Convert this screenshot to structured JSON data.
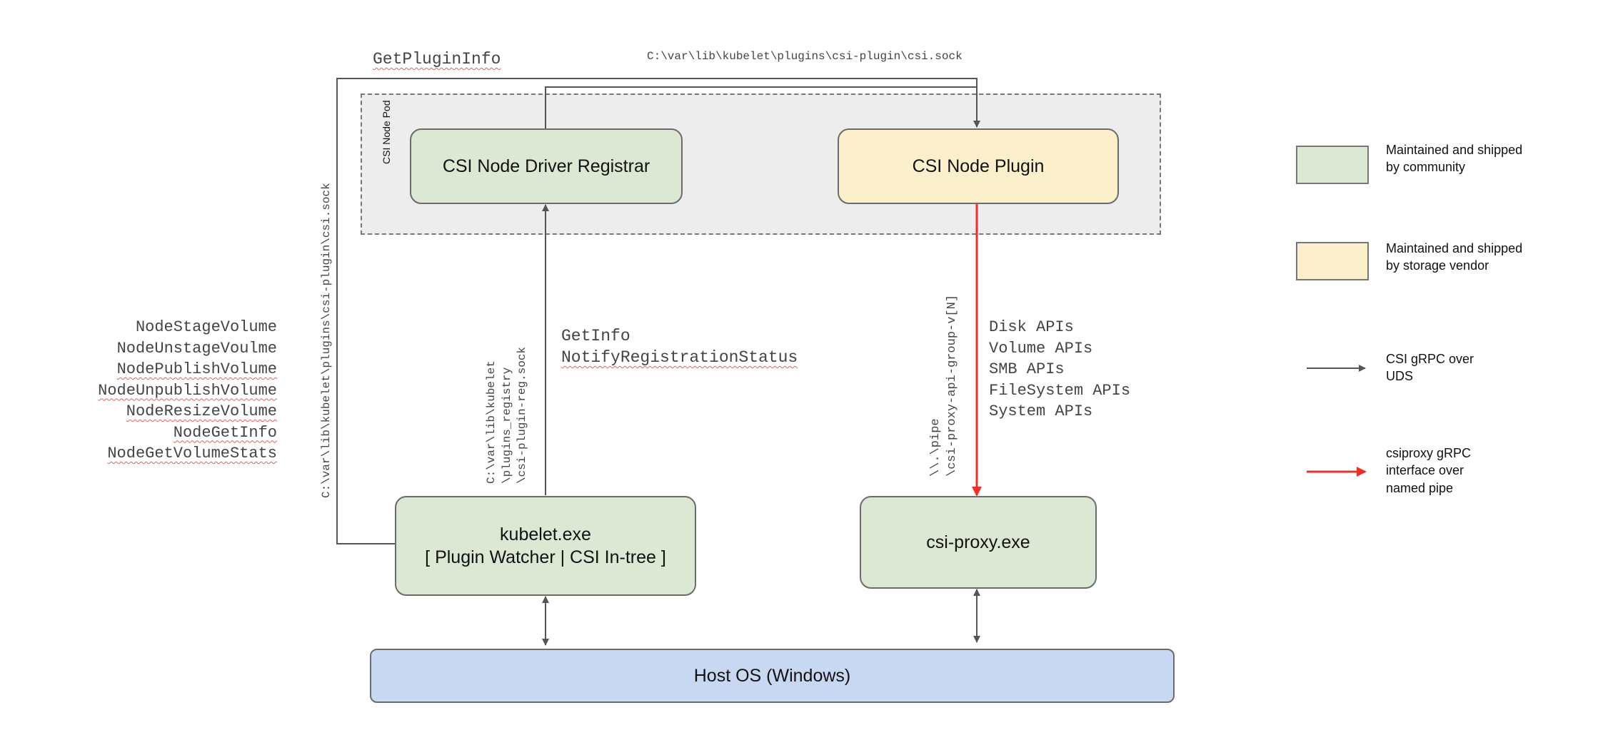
{
  "colors": {
    "community": "#dce8d4",
    "vendor": "#fcf0cc",
    "host": "#c9d8f2",
    "pod_bg": "#ededed",
    "grpc_uds": "#555555",
    "csiproxy_pipe": "#e8312a"
  },
  "pod": {
    "label": "CSI Node Pod"
  },
  "nodes": {
    "registrar": "CSI Node Driver Registrar",
    "plugin": "CSI Node Plugin",
    "kubelet": "kubelet.exe\n[ Plugin Watcher | CSI In-tree ]",
    "csiproxy": "csi-proxy.exe",
    "host": "Host OS (Windows)"
  },
  "labels": {
    "get_plugin_info": "GetPluginInfo",
    "csi_sock_top": "C:\\var\\lib\\kubelet\\plugins\\csi-plugin\\csi.sock",
    "csi_sock_side": "C:\\var\\lib\\kubelet\\plugins\\csi-plugin\\csi.sock",
    "reg_sock": "C:\\var\\lib\\kubelet\n\\plugins_registry\n\\csi-plugin-reg.sock",
    "get_info": "GetInfo",
    "notify": "NotifyRegistrationStatus",
    "pipe": "\\\\.\\pipe\n\\csi-proxy-api-group-v[N]"
  },
  "node_calls": [
    "NodeStageVolume",
    "NodeUnstageVoulme",
    "NodePublishVolume",
    "NodeUnpublishVolume",
    "NodeResizeVolume",
    "NodeGetInfo",
    "NodeGetVolumeStats"
  ],
  "proxy_apis": [
    "Disk APIs",
    "Volume APIs",
    "SMB APIs",
    "FileSystem APIs",
    "System APIs"
  ],
  "legend": {
    "community": "Maintained and shipped\nby community",
    "vendor": "Maintained and shipped\nby storage vendor",
    "uds": "CSI gRPC over\nUDS",
    "pipe": "csiproxy gRPC\ninterface over\nnamed pipe"
  }
}
